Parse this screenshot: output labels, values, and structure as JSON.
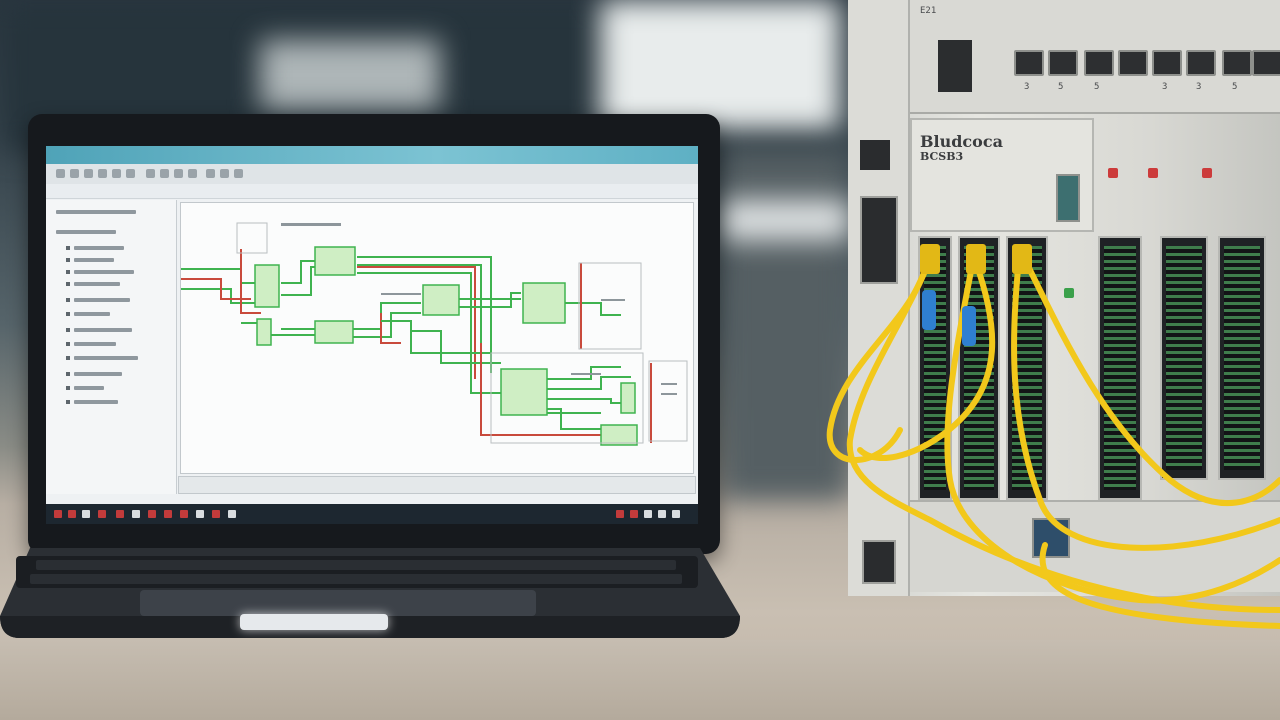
{
  "scene": {
    "description": "",
    "colors": {
      "wire_green": "#3fb34f",
      "wire_red": "#c84a3c",
      "cable_yellow": "#f2c81b",
      "cable_blue": "#2f7fd0",
      "block_fill": "#cfeec4"
    }
  },
  "laptop": {
    "screen": {
      "toolbar_icons": [
        "window-icon",
        "toolbar-icon"
      ],
      "taskbar_icons": [
        "start-icon",
        "app-icon"
      ]
    }
  },
  "rack": {
    "brand": "Bludcoca",
    "model": "BCSB3",
    "small_label": "E21",
    "port_numbers": [
      "3",
      "5",
      "5",
      "3",
      "3",
      "5"
    ]
  }
}
